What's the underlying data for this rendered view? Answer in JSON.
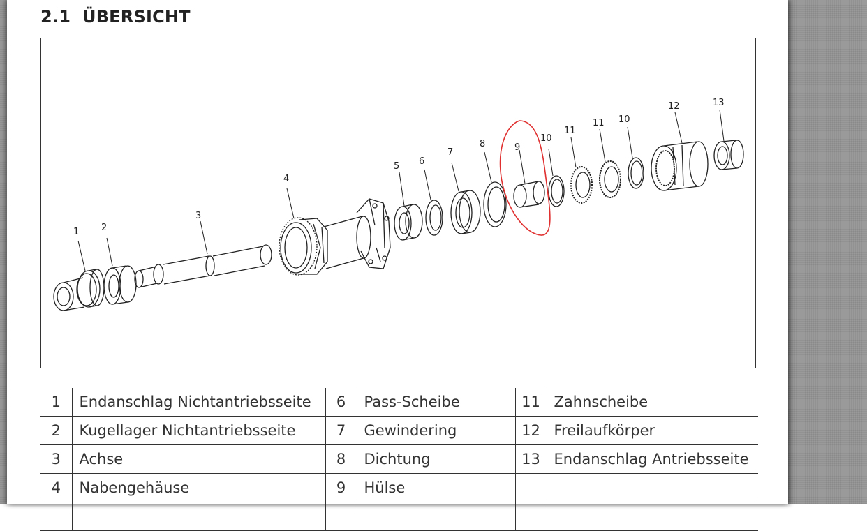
{
  "section": {
    "number": "2.1",
    "title": "ÜBERSICHT"
  },
  "figure": {
    "callouts": [
      "1",
      "2",
      "3",
      "4",
      "5",
      "6",
      "7",
      "8",
      "9",
      "10",
      "11",
      "11",
      "10",
      "12",
      "13"
    ],
    "highlight_color": "#e03030",
    "highlighted_part": "9"
  },
  "legend": {
    "rows": [
      [
        {
          "n": "1",
          "t": "Endanschlag Nichtantriebsseite"
        },
        {
          "n": "6",
          "t": "Pass-Scheibe"
        },
        {
          "n": "11",
          "t": "Zahnscheibe"
        }
      ],
      [
        {
          "n": "2",
          "t": "Kugellager Nichtantriebsseite"
        },
        {
          "n": "7",
          "t": "Gewindering"
        },
        {
          "n": "12",
          "t": "Freilaufkörper"
        }
      ],
      [
        {
          "n": "3",
          "t": "Achse"
        },
        {
          "n": "8",
          "t": "Dichtung"
        },
        {
          "n": "13",
          "t": "Endanschlag Antriebsseite"
        }
      ],
      [
        {
          "n": "4",
          "t": "Nabengehäuse"
        },
        {
          "n": "9",
          "t": "Hülse"
        },
        {
          "n": "",
          "t": ""
        }
      ],
      [
        {
          "n": "",
          "t": ""
        },
        {
          "n": "",
          "t": ""
        },
        {
          "n": "",
          "t": ""
        }
      ]
    ]
  }
}
